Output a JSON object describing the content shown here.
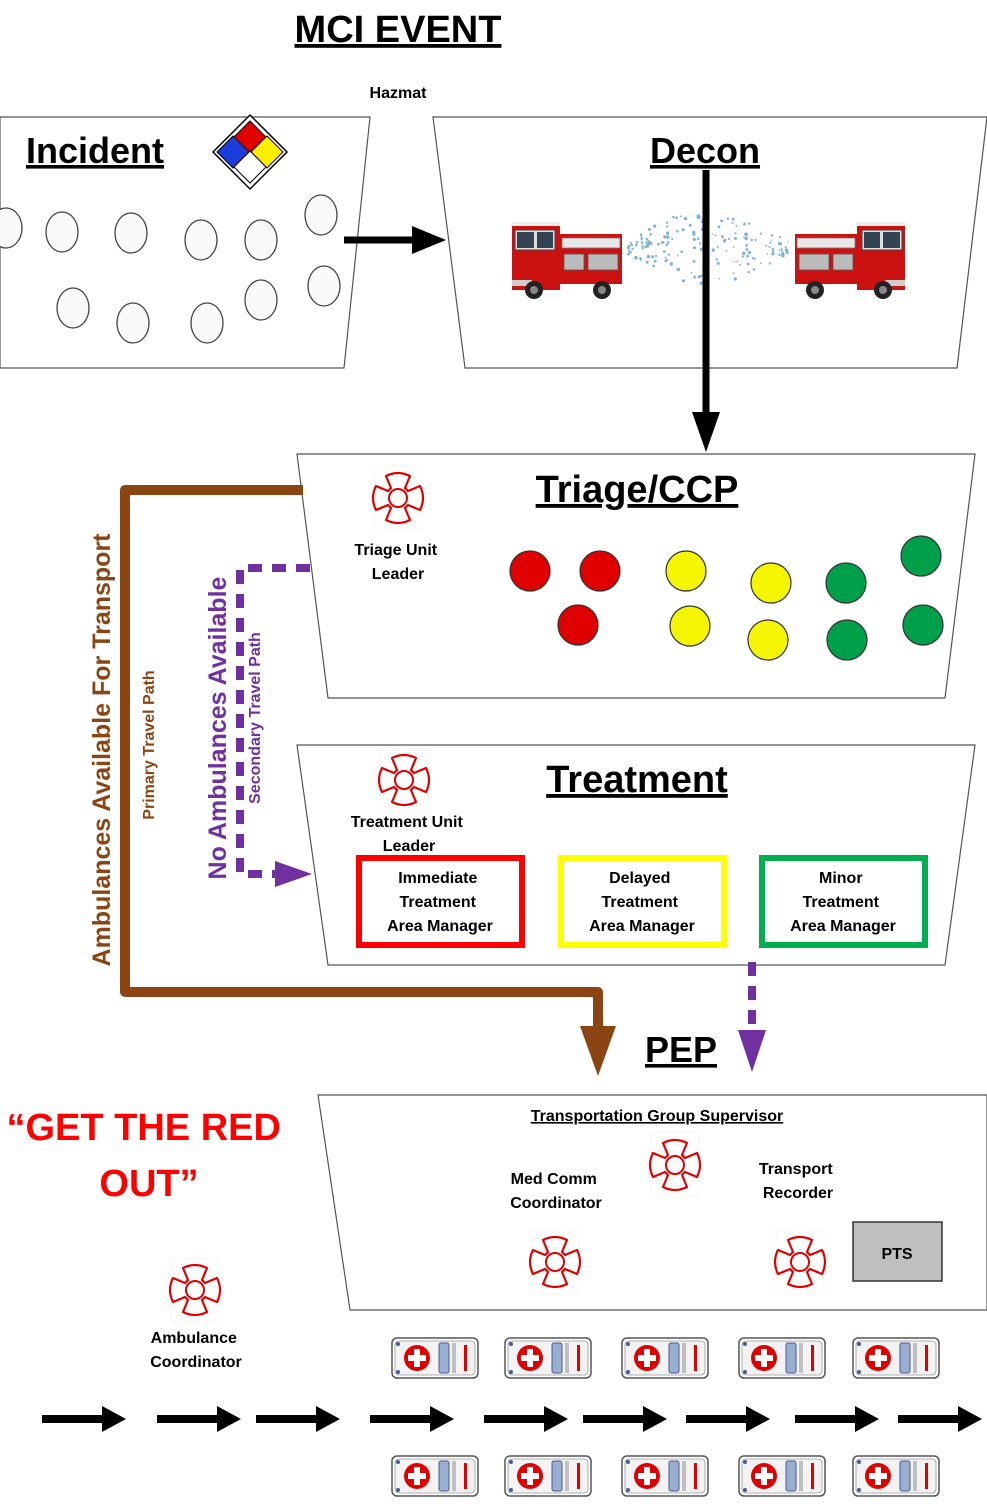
{
  "title": "MCI EVENT",
  "subtitle": "Hazmat",
  "stages": {
    "incident": "Incident",
    "decon": "Decon",
    "triage": "Triage/CCP",
    "treatment": "Treatment",
    "pep": "PEP"
  },
  "triage": {
    "leader_line1": "Triage Unit",
    "leader_line2": "Leader",
    "patients": {
      "red": 3,
      "yellow": 4,
      "green": 4
    },
    "colors": {
      "red": "#e00000",
      "yellow": "#f5f500",
      "green": "#00a04a"
    }
  },
  "treatment": {
    "leader_line1": "Treatment Unit",
    "leader_line2": "Leader",
    "areas": [
      {
        "line1": "Immediate",
        "line2": "Treatment",
        "line3": "Area Manager",
        "color": "#ff0000"
      },
      {
        "line1": "Delayed",
        "line2": "Treatment",
        "line3": "Area Manager",
        "color": "#ffff00"
      },
      {
        "line1": "Minor",
        "line2": "Treatment",
        "line3": "Area Manager",
        "color": "#00b050"
      }
    ]
  },
  "paths": {
    "primary_main": "Ambulances Available For Transport",
    "primary_sub": "Primary Travel Path",
    "primary_color": "#8b4513",
    "secondary_main": "No Ambulances Available",
    "secondary_sub": "Secondary Travel Path",
    "secondary_color": "#7030a0"
  },
  "pep": {
    "supervisor": "Transportation Group Supervisor",
    "medcomm_line1": "Med Comm",
    "medcomm_line2": "Coordinator",
    "recorder_line1": "Transport",
    "recorder_line2": "Recorder",
    "pts": "PTS"
  },
  "slogan_line1": "“GET THE RED",
  "slogan_line2": "OUT”",
  "slogan_color": "#ff0000",
  "ambulance_coordinator_line1": "Ambulance",
  "ambulance_coordinator_line2": "Coordinator",
  "icons": {
    "maltese_cross": "maltese-cross-icon",
    "hazmat_diamond": "hazmat-diamond-icon",
    "fire_engine": "fire-engine-icon",
    "ambulance": "ambulance-icon"
  }
}
